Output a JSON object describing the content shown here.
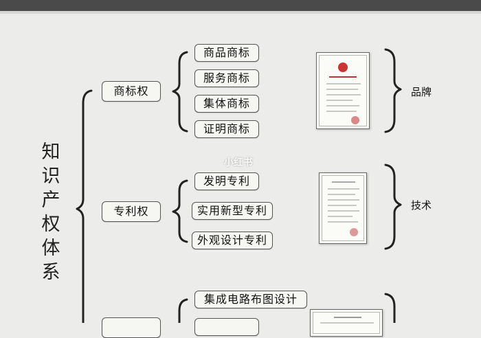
{
  "root": {
    "title": [
      "知",
      "识",
      "产",
      "权",
      "体",
      "系"
    ]
  },
  "categories": [
    {
      "label": "商标权",
      "items": [
        "商品商标",
        "服务商标",
        "集体商标",
        "证明商标"
      ],
      "group_label": "品牌"
    },
    {
      "label": "专利权",
      "items": [
        "发明专利",
        "实用新型专利",
        "外观设计专利"
      ],
      "group_label": "技术"
    },
    {
      "label": "",
      "items": [
        "集成电路布图设计",
        ""
      ],
      "group_label": ""
    }
  ],
  "watermark": "小红书",
  "colors": {
    "background": "#ecedea",
    "topbar": "#4a4a4a",
    "seal": "#cc3333"
  }
}
